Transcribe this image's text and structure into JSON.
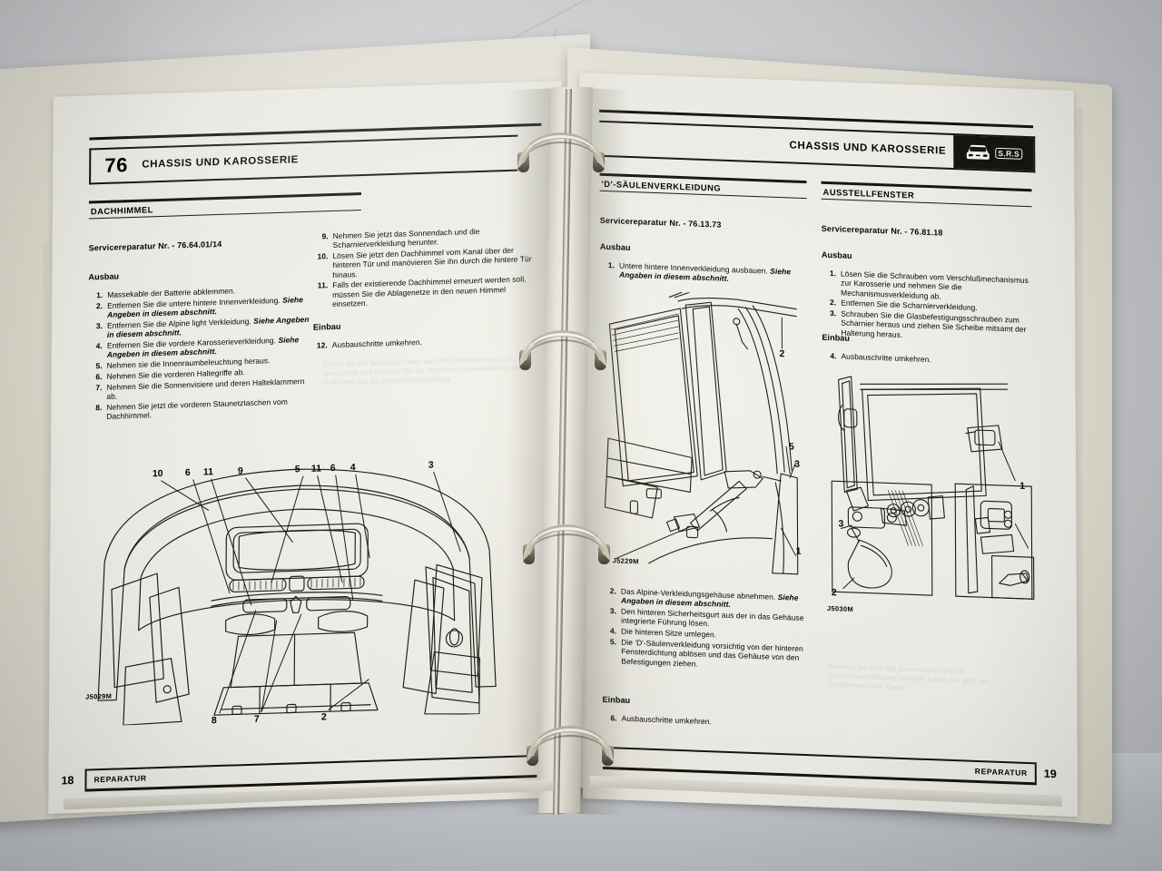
{
  "document": {
    "kind": "ring-binder-workshop-manual",
    "language": "de"
  },
  "left_page": {
    "header": {
      "chapter_number": "76",
      "title": "CHASSIS UND KAROSSERIE"
    },
    "section": {
      "heading": "DACHHIMMEL",
      "service_repair": "Servicereparatur Nr. - 76.64.01/14",
      "removal_heading": "Ausbau",
      "install_heading": "Einbau"
    },
    "steps_col1": [
      {
        "n": "1.",
        "text": "Massekable der Batterie abklemmen.",
        "em": ""
      },
      {
        "n": "2.",
        "text": "Entfernen Sie die untere hintere Innenverkleidung. ",
        "em": "Siehe Angeben in diesem abschnitt."
      },
      {
        "n": "3.",
        "text": "Entfernen Sie die Alpine light Verkleidung. ",
        "em": "Siehe Angeben in diesem abschnitt."
      },
      {
        "n": "4.",
        "text": "Entfernen Sie die vordere Karosserieverkleidung. ",
        "em": "Siehe Angeben in diesem abschnitt."
      },
      {
        "n": "5.",
        "text": "Nehmen sie die Innenraumbeleuchtung heraus.",
        "em": ""
      },
      {
        "n": "6.",
        "text": "Nehmen Sie die vorderen Haltegriffe ab.",
        "em": ""
      },
      {
        "n": "7.",
        "text": "Nehmen Sie die Sonnenvisiere und deren Halteklammern ab.",
        "em": ""
      },
      {
        "n": "8.",
        "text": "Nehmen Sie jetzt die vorderen Staunetztaschen vom Dachhimmel.",
        "em": ""
      }
    ],
    "steps_col2": [
      {
        "n": "9.",
        "text": "Nehmen Sie jetzt das Sonnendach und die Scharnierverkleidung herunter.",
        "em": ""
      },
      {
        "n": "10.",
        "text": "Lösen Sie jetzt den Dachhimmel vom Kanal über der hinteren Tür und manövieren Sie ihn durch die hintere Tür hinaus.",
        "em": ""
      },
      {
        "n": "11.",
        "text": "Falls der existierende Dachhimmel erneuert werden soll, müssen Sie die Ablagenetze in den neuen Himmel einsetzen.",
        "em": ""
      }
    ],
    "steps_install": [
      {
        "n": "12.",
        "text": "Ausbauschritte umkehren.",
        "em": ""
      }
    ],
    "figure": {
      "code": "J5029M",
      "callouts_top": [
        "10",
        "6",
        "11",
        "9",
        "5",
        "11",
        "6",
        "4",
        "3"
      ],
      "callouts_bottom": [
        "8",
        "7",
        "2"
      ]
    },
    "footer": {
      "page": "18",
      "label": "REPARATUR"
    }
  },
  "right_page": {
    "header": {
      "title": "CHASSIS UND KAROSSERIE",
      "badge": "S.R.S",
      "badge_icon": "car-front-icon"
    },
    "column_a": {
      "heading": "'D'-SÄULENVERKLEIDUNG",
      "service_repair": "Servicereparatur Nr. - 76.13.73",
      "removal_heading": "Ausbau",
      "install_heading": "Einbau",
      "steps_before_figure": [
        {
          "n": "1.",
          "text": "Untere hintere Innenverkleidung ausbauen. ",
          "em": "Siehe Angaben in diesem abschnitt."
        }
      ],
      "steps_after_figure": [
        {
          "n": "2.",
          "text": "Das Alpine-Verkleidungsgehäuse abnehmen. ",
          "em": "Siehe Angaben in diesem abschnitt."
        },
        {
          "n": "3.",
          "text": "Den hinteren Sicherheitsgurt aus der in das Gehäuse integrierte Führung lösen.",
          "em": ""
        },
        {
          "n": "4.",
          "text": "Die hinteren Sitze umlegen.",
          "em": ""
        },
        {
          "n": "5.",
          "text": "Die 'D'-Säulenverkleidung vorsichtig von der hinteren Fensterdichtung ablösen und das Gehäuse von den Befestigungen ziehen.",
          "em": ""
        }
      ],
      "steps_install": [
        {
          "n": "6.",
          "text": "Ausbauschritte umkehren.",
          "em": ""
        }
      ],
      "figure": {
        "code": "J5229M",
        "callouts": [
          "2",
          "5",
          "3",
          "1"
        ]
      }
    },
    "column_b": {
      "heading": "AUSSTELLFENSTER",
      "service_repair": "Servicereparatur Nr. - 76.81.18",
      "removal_heading": "Ausbau",
      "install_heading": "Einbau",
      "steps": [
        {
          "n": "1.",
          "text": "Lösen Sie die Schrauben vom Verschlußmechanismus zur Karosserie und nehmen Sie die Mechanismusverkleidung ab.",
          "em": ""
        },
        {
          "n": "2.",
          "text": "Entfernen Sie die Scharnierverkleidung.",
          "em": ""
        },
        {
          "n": "3.",
          "text": "Schrauben Sie die Glasbefestigungsschrauben zum Scharnier heraus und ziehen Sie Scheibe mitsamt der Halterung heraus.",
          "em": ""
        }
      ],
      "steps_install": [
        {
          "n": "4.",
          "text": "Ausbauschritte umkehren.",
          "em": ""
        }
      ],
      "figure": {
        "code": "J5030M",
        "callouts": [
          "1",
          "3",
          "2"
        ]
      }
    },
    "footer": {
      "page": "19",
      "label": "REPARATUR"
    }
  }
}
